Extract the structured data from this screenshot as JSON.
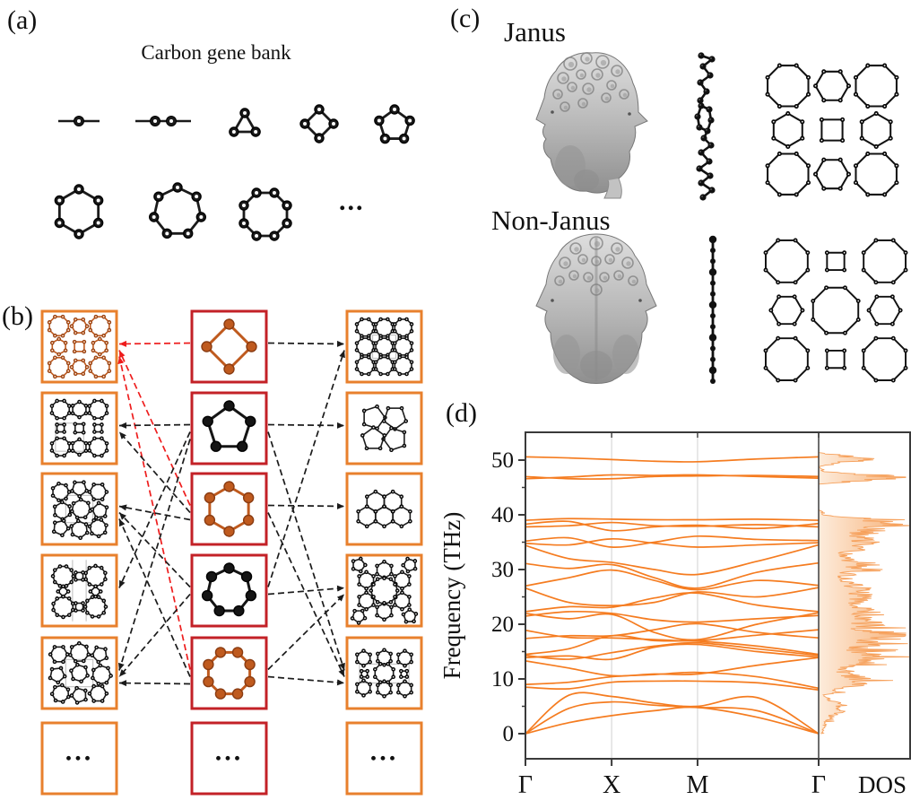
{
  "colors": {
    "orange_border": "#E8802D",
    "crimson_border": "#C32127",
    "rust": "#BF5A1E",
    "black": "#1b1b1b",
    "red_arrow": "#EE1D1D",
    "band_orange": "#F57C20",
    "dos_stroke": "#F6A15C",
    "dos_fill": "#F9CFA6",
    "unit_cell_gray": "#bbbbbb"
  },
  "panel_a": {
    "label": "(a)",
    "title": "Carbon gene bank",
    "ellipsis": "...",
    "genes": [
      {
        "name": "single-atom-chain",
        "sides": 1
      },
      {
        "name": "two-atom-chain",
        "sides": 2
      },
      {
        "name": "triangle-ring",
        "sides": 3
      },
      {
        "name": "square-ring",
        "sides": 4
      },
      {
        "name": "pentagon-ring",
        "sides": 5
      },
      {
        "name": "hexagon-ring",
        "sides": 6
      },
      {
        "name": "heptagon-ring",
        "sides": 7
      },
      {
        "name": "octagon-ring",
        "sides": 8
      }
    ]
  },
  "panel_b": {
    "label": "(b)",
    "ellipsis": "...",
    "gene_column": [
      {
        "sides": 4,
        "highlighted": true
      },
      {
        "sides": 5,
        "highlighted": false
      },
      {
        "sides": 6,
        "highlighted": true
      },
      {
        "sides": 7,
        "highlighted": false
      },
      {
        "sides": 8,
        "highlighted": true
      },
      {
        "name": "ellipsis"
      }
    ],
    "left_column": [
      {
        "name": "janus-468-lattice",
        "highlighted": true
      },
      {
        "name": "square-hexagon-octagon-lattice",
        "highlighted": false
      },
      {
        "name": "pentagon-hexagon-heptagon-lattice",
        "highlighted": false
      },
      {
        "name": "decagon-square-lattice",
        "highlighted": false
      },
      {
        "name": "mixed-polygon-lattice",
        "highlighted": false
      },
      {
        "name": "ellipsis",
        "highlighted": false
      }
    ],
    "right_column": [
      {
        "name": "octagon-square-lattice"
      },
      {
        "name": "pentagon-lattice"
      },
      {
        "name": "graphene-lattice"
      },
      {
        "name": "dodecagon-flower-lattice"
      },
      {
        "name": "hexagon-octagon-lattice"
      },
      {
        "name": "ellipsis"
      }
    ],
    "edges": [
      {
        "from": 0,
        "col": "L",
        "to": 0,
        "red": true
      },
      {
        "from": 2,
        "col": "L",
        "to": 0,
        "red": true
      },
      {
        "from": 4,
        "col": "L",
        "to": 0,
        "red": true
      },
      {
        "from": 0,
        "col": "R",
        "to": 0,
        "red": false
      },
      {
        "from": 1,
        "col": "L",
        "to": 1,
        "red": false
      },
      {
        "from": 1,
        "col": "L",
        "to": 3,
        "red": false
      },
      {
        "from": 1,
        "col": "L",
        "to": 4,
        "red": false
      },
      {
        "from": 1,
        "col": "R",
        "to": 1,
        "red": false
      },
      {
        "from": 1,
        "col": "R",
        "to": 4,
        "red": false
      },
      {
        "from": 2,
        "col": "L",
        "to": 1,
        "red": false
      },
      {
        "from": 2,
        "col": "L",
        "to": 2,
        "red": false
      },
      {
        "from": 2,
        "col": "R",
        "to": 2,
        "red": false
      },
      {
        "from": 2,
        "col": "R",
        "to": 4,
        "red": false
      },
      {
        "from": 3,
        "col": "L",
        "to": 2,
        "red": false
      },
      {
        "from": 3,
        "col": "L",
        "to": 4,
        "red": false
      },
      {
        "from": 3,
        "col": "R",
        "to": 0,
        "red": false
      },
      {
        "from": 3,
        "col": "R",
        "to": 3,
        "red": false
      },
      {
        "from": 4,
        "col": "L",
        "to": 2,
        "red": false
      },
      {
        "from": 4,
        "col": "L",
        "to": 4,
        "red": false
      },
      {
        "from": 4,
        "col": "R",
        "to": 3,
        "red": false
      },
      {
        "from": 4,
        "col": "R",
        "to": 4,
        "red": false
      }
    ]
  },
  "panel_c": {
    "label": "(c)",
    "janus_label": "Janus",
    "non_janus_label": "Non-Janus",
    "janus_side_view": "buckled-atomic-chain",
    "non_janus_side_view": "flat-atomic-chain",
    "janus_top_view": "janus-468-lattice",
    "non_janus_top_view": "468-lattice"
  },
  "panel_d": {
    "label": "(d)"
  },
  "chart_data": {
    "type": "line",
    "title": "Phonon band structure with density of states",
    "ylabel": "Frequency (THz)",
    "yticks": [
      0,
      10,
      20,
      30,
      40,
      50
    ],
    "yticks_minor": [
      5,
      15,
      25,
      35,
      45
    ],
    "ylim": [
      -5.5,
      55
    ],
    "k_labels": [
      "Γ",
      "X",
      "M",
      "Γ"
    ],
    "k_label_fractions": [
      0,
      0.294,
      0.587,
      1
    ],
    "dos_label": "DOS",
    "grid": "vertical-at-X-M",
    "legend": "none",
    "band_sample_fractions": [
      0,
      0.147,
      0.294,
      0.44,
      0.587,
      0.79,
      1
    ],
    "bands_thz": [
      [
        0,
        2.0,
        3.3,
        4.2,
        4.8,
        3.0,
        0
      ],
      [
        0,
        4.6,
        5.8,
        5.2,
        4.8,
        4.2,
        0
      ],
      [
        0,
        7.0,
        6.8,
        5.6,
        5.0,
        6.6,
        0
      ],
      [
        8.5,
        8.2,
        9.4,
        9.6,
        9.6,
        9.3,
        8.0
      ],
      [
        9.0,
        9.4,
        10.4,
        10.8,
        11.2,
        10.4,
        8.3
      ],
      [
        13.3,
        12.0,
        10.6,
        10.9,
        10.9,
        12.5,
        13.9
      ],
      [
        13.9,
        14.2,
        13.6,
        15.8,
        16.3,
        15.0,
        14.0
      ],
      [
        14.3,
        13.6,
        14.8,
        16.0,
        16.6,
        15.5,
        14.3
      ],
      [
        14.5,
        15.5,
        17.9,
        17.0,
        16.9,
        16.0,
        14.5
      ],
      [
        17.4,
        17.9,
        17.9,
        19.0,
        20.1,
        18.5,
        17.5
      ],
      [
        18.9,
        17.6,
        17.5,
        17.2,
        17.0,
        18.0,
        19.0
      ],
      [
        21.5,
        22.3,
        22.0,
        20.8,
        20.4,
        21.0,
        21.6
      ],
      [
        22.0,
        21.0,
        21.8,
        18.5,
        17.2,
        20.0,
        22.1
      ],
      [
        22.3,
        23.2,
        23.1,
        24.8,
        25.7,
        23.5,
        22.3
      ],
      [
        26.6,
        24.0,
        23.4,
        24.0,
        25.9,
        25.0,
        26.7
      ],
      [
        27.0,
        28.5,
        29.9,
        28.0,
        26.3,
        28.0,
        27.1
      ],
      [
        31.1,
        30.2,
        30.9,
        28.5,
        26.6,
        29.5,
        31.2
      ],
      [
        34.4,
        32.0,
        31.3,
        30.0,
        29.1,
        31.5,
        34.5
      ],
      [
        34.8,
        34.5,
        35.6,
        34.8,
        34.1,
        34.5,
        34.9
      ],
      [
        35.2,
        35.8,
        34.1,
        35.0,
        36.1,
        35.5,
        35.3
      ],
      [
        37.8,
        38.0,
        38.6,
        38.0,
        37.9,
        38.2,
        37.8
      ],
      [
        38.3,
        38.8,
        37.1,
        37.8,
        38.1,
        37.5,
        38.4
      ],
      [
        39.0,
        39.3,
        39.2,
        39.1,
        39.1,
        39.2,
        39.0
      ],
      [
        46.6,
        46.9,
        47.3,
        47.2,
        47.3,
        47.0,
        46.7
      ],
      [
        47.0,
        46.6,
        46.6,
        47.0,
        47.1,
        47.2,
        47.0
      ],
      [
        50.6,
        50.4,
        50.1,
        49.8,
        49.7,
        50.2,
        50.6
      ]
    ],
    "dos_profile": [
      [
        0,
        0.04
      ],
      [
        2,
        0.08
      ],
      [
        3.5,
        0.2
      ],
      [
        5,
        0.3
      ],
      [
        6,
        0.14
      ],
      [
        7,
        0.07
      ],
      [
        8,
        0.26
      ],
      [
        9,
        0.46
      ],
      [
        10,
        0.5
      ],
      [
        11,
        0.3
      ],
      [
        12,
        0.34
      ],
      [
        13,
        0.52
      ],
      [
        14,
        0.62
      ],
      [
        15,
        0.5
      ],
      [
        16,
        0.56
      ],
      [
        17,
        0.62
      ],
      [
        18,
        1.0
      ],
      [
        19,
        0.56
      ],
      [
        20,
        0.6
      ],
      [
        21,
        0.5
      ],
      [
        22,
        0.62
      ],
      [
        23,
        0.46
      ],
      [
        24,
        0.42
      ],
      [
        25,
        0.5
      ],
      [
        26,
        0.56
      ],
      [
        27,
        0.46
      ],
      [
        28,
        0.3
      ],
      [
        29,
        0.36
      ],
      [
        30,
        0.42
      ],
      [
        31,
        0.56
      ],
      [
        32,
        0.3
      ],
      [
        33,
        0.36
      ],
      [
        34,
        0.5
      ],
      [
        35,
        0.62
      ],
      [
        36,
        0.46
      ],
      [
        37,
        0.58
      ],
      [
        38,
        0.88
      ],
      [
        38.7,
        0.72
      ],
      [
        39.3,
        0.5
      ],
      [
        40,
        0.06
      ],
      [
        41,
        0
      ],
      [
        45.6,
        0
      ],
      [
        46.2,
        0.5
      ],
      [
        46.8,
        0.95
      ],
      [
        47.4,
        0.55
      ],
      [
        47.9,
        0.06
      ],
      [
        48.8,
        0
      ],
      [
        49.6,
        0.3
      ],
      [
        50.1,
        0.62
      ],
      [
        50.7,
        0.25
      ],
      [
        51.4,
        0
      ]
    ]
  }
}
